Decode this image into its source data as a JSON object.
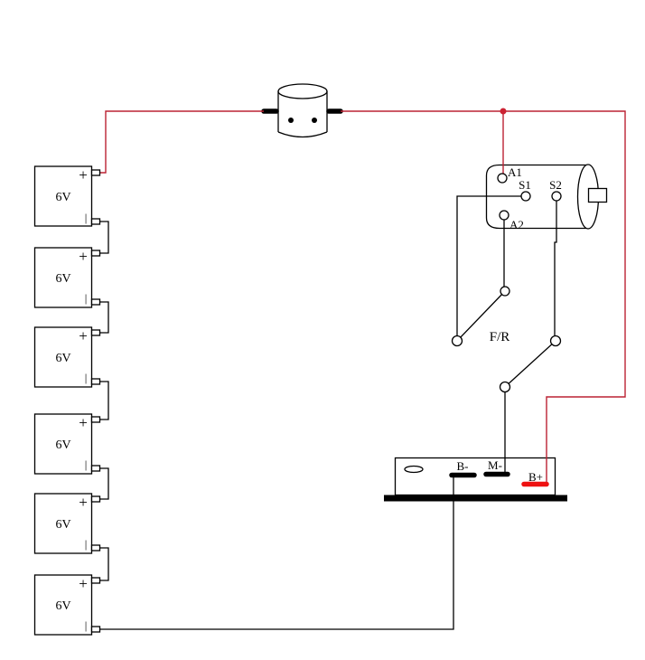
{
  "colors": {
    "background": "#ffffff",
    "wire_red": "#bb2233",
    "junction_red": "#cc2233",
    "terminal_red": "#ee1111",
    "wire_black": "#000000"
  },
  "batteries": [
    {
      "label": "6V",
      "positive": "+",
      "negative": "|"
    },
    {
      "label": "6V",
      "positive": "+",
      "negative": "|"
    },
    {
      "label": "6V",
      "positive": "+",
      "negative": "|"
    },
    {
      "label": "6V",
      "positive": "+",
      "negative": "|"
    },
    {
      "label": "6V",
      "positive": "+",
      "negative": "|"
    },
    {
      "label": "6V",
      "positive": "+",
      "negative": "|"
    }
  ],
  "motor": {
    "terminal_a1": "A1",
    "terminal_s1": "S1",
    "terminal_s2": "S2",
    "terminal_a2": "A2"
  },
  "fr_switch": {
    "label": "F/R"
  },
  "controller": {
    "terminal_b_minus": "B-",
    "terminal_m_minus": "M-",
    "terminal_b_plus": "B+"
  }
}
